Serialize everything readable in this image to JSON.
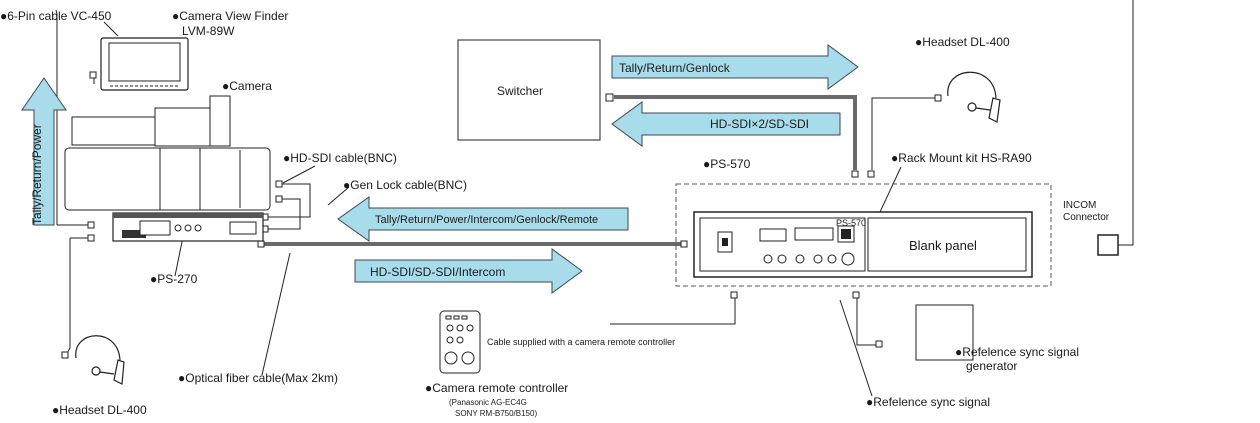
{
  "labels": {
    "pin_cable": "●6-Pin cable VC-450",
    "viewfinder_1": "●Camera View Finder",
    "viewfinder_2": "LVM-89W",
    "camera": "●Camera",
    "hdsdi_cable": "●HD-SDI cable(BNC)",
    "genlock_cable": "●Gen Lock cable(BNC)",
    "ps270": "●PS-270",
    "optical": "●Optical fiber cable(Max 2km)",
    "headset_left": "●Headset DL-400",
    "headset_right": "●Headset DL-400",
    "switcher": "Switcher",
    "ps570": "●PS-570",
    "rack_mount": "●Rack Mount kit HS-RA90",
    "blank_panel": "Blank panel",
    "incom_1": "INCOM",
    "incom_2": "Connector",
    "remote_cable": "Cable supplied with a camera remote controller",
    "remote_ctrl": "●Camera remote controller",
    "remote_models_1": "(Panasonic AG-EC4G",
    "remote_models_2": "SONY RM-B750/B150)",
    "ref_gen_1": "●Refelence sync signal",
    "ref_gen_2": "generator",
    "ref_signal": "●Refelence sync signal",
    "ps570_panel": "PS-570"
  },
  "arrows": {
    "vertical": "Tally/Return/Power",
    "tally_genlock": "Tally/Return/Genlock",
    "hdsdi_x2": "HD-SDI×2/SD-SDI",
    "tally_long": "Tally/Return/Power/Intercom/Genlock/Remote",
    "hdsdi_intercom": "HD-SDI/SD-SDI/Intercom"
  },
  "colors": {
    "arrow_fill": "#a8dcea",
    "arrow_stroke": "#3a4a55",
    "thick_cable": "#6a6a6a"
  }
}
